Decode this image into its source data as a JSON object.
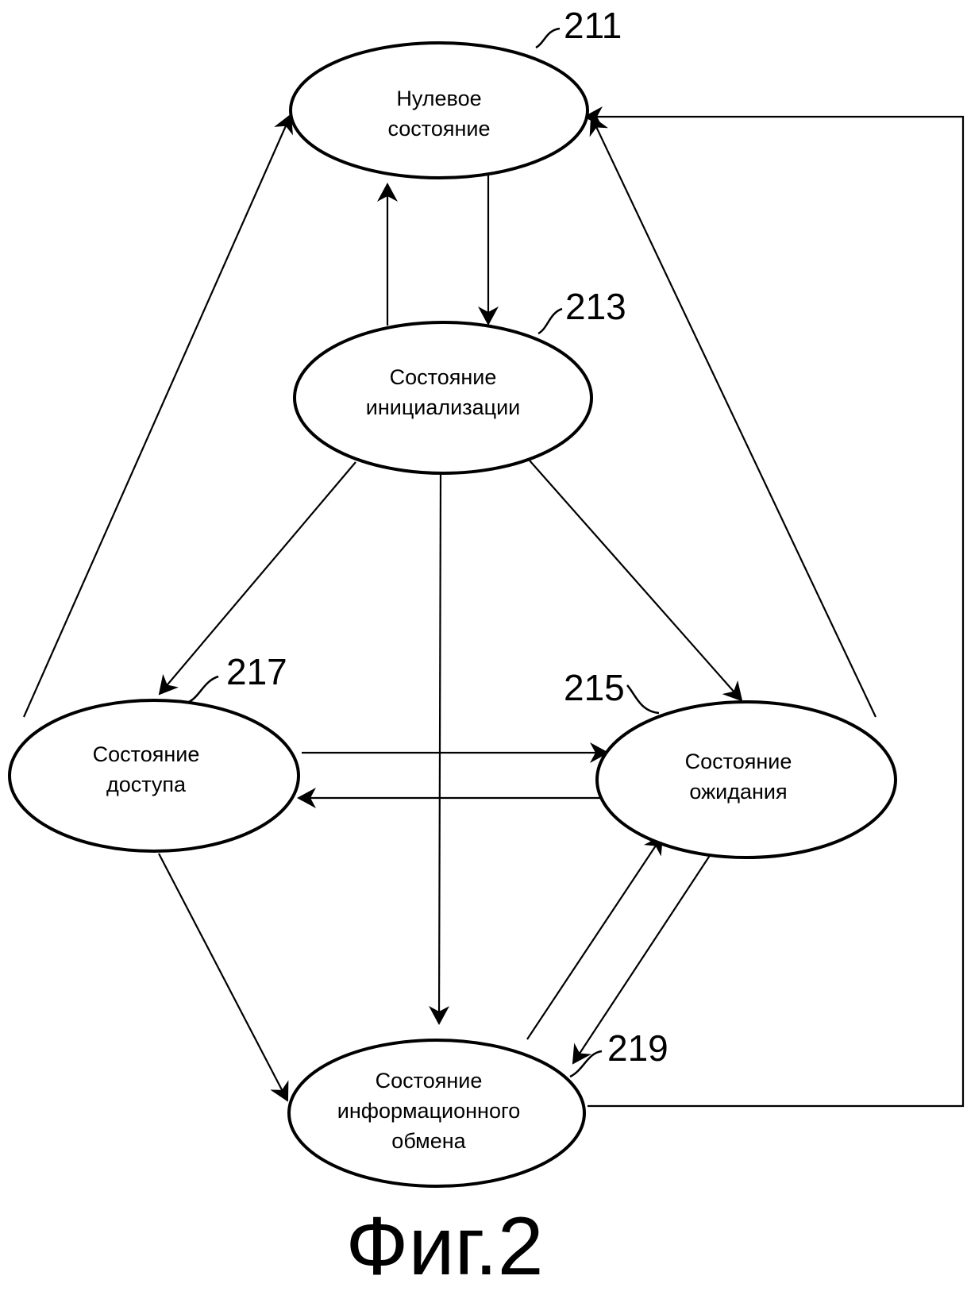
{
  "nodes": [
    {
      "id": "null",
      "ref": "211",
      "lines": [
        "Нулевое",
        "состояние"
      ]
    },
    {
      "id": "init",
      "ref": "213",
      "lines": [
        "Состояние",
        "инициализации"
      ]
    },
    {
      "id": "idle",
      "ref": "215",
      "lines": [
        "Состояние",
        "ожидания"
      ]
    },
    {
      "id": "access",
      "ref": "217",
      "lines": [
        "Состояние",
        "доступа"
      ]
    },
    {
      "id": "traffic",
      "ref": "219",
      "lines": [
        "Состояние",
        "информационного",
        "обмена"
      ]
    }
  ],
  "caption": "Фиг.2",
  "colors": {
    "line": "#000000",
    "background": "#ffffff"
  }
}
